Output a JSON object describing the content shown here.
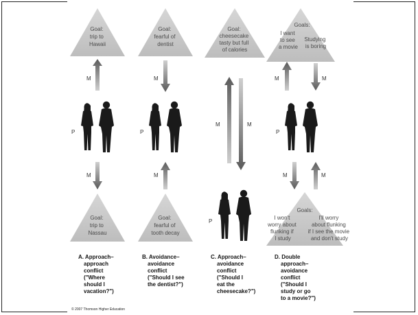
{
  "goals": {
    "a_top": [
      "Goal:",
      "trip to",
      "Hawaii"
    ],
    "a_bottom": [
      "Goal:",
      "trip to",
      "Nassau"
    ],
    "b_top": [
      "Goal:",
      "fearful of",
      "dentist"
    ],
    "b_bottom": [
      "Goal:",
      "fearful of",
      "tooth decay"
    ],
    "c_top": [
      "Goal:",
      "cheesecake",
      "tasty but full",
      "of calories"
    ],
    "d_top_title": "Goals:",
    "d_top_left": [
      "I want",
      "to see",
      "a movie"
    ],
    "d_top_right": [
      "Studying",
      "is boring"
    ],
    "d_bottom_title": "Goals:",
    "d_bottom_left": [
      "I won't",
      "worry about",
      "flunking if",
      "I study"
    ],
    "d_bottom_right": [
      "I'll worry",
      "about flunking",
      "if I see the movie",
      "and don't study"
    ]
  },
  "labels": {
    "m": "M",
    "p": "P"
  },
  "captions": {
    "a": [
      "A. Approach–",
      "approach",
      "conflict",
      "(\"Where",
      "should I",
      "vacation?\")"
    ],
    "b": [
      "B. Avoidance–",
      "avoidance",
      "conflict",
      "(\"Should I see",
      "the dentist?\")"
    ],
    "c": [
      "C. Approach–",
      "avoidance",
      "conflict",
      "(\"Should I",
      "eat the",
      "cheesecake?\")"
    ],
    "d": [
      "D. Double",
      "approach–",
      "avoidance",
      "conflict",
      "(\"Should I",
      "study or go",
      "to a movie?\")"
    ]
  },
  "copyright": "© 2007 Thomson Higher Education",
  "colors": {
    "triangle": "#c9c9c9",
    "arrow": "#6a6a6a",
    "silhouette": "#1a1a1a",
    "background": "#f2f2f2"
  }
}
